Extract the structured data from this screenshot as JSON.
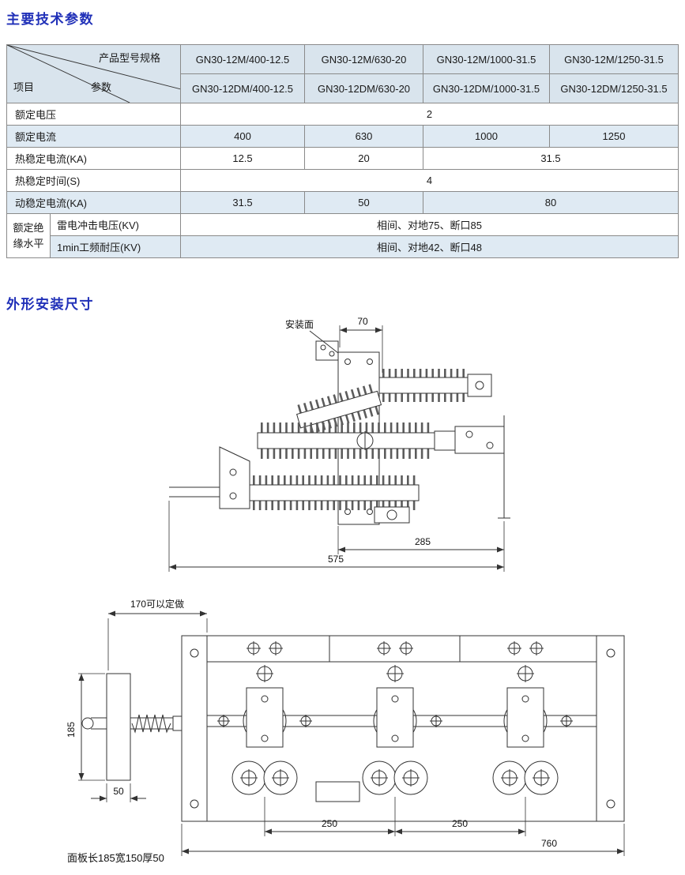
{
  "titles": {
    "section1": "主要技术参数",
    "section2": "外形安装尺寸"
  },
  "spec_table": {
    "corner": {
      "product_model": "产品型号规格",
      "item": "项目",
      "param": "参数"
    },
    "models_m": [
      "GN30-12M/400-12.5",
      "GN30-12M/630-20",
      "GN30-12M/1000-31.5",
      "GN30-12M/1250-31.5"
    ],
    "models_dm": [
      "GN30-12DM/400-12.5",
      "GN30-12DM/630-20",
      "GN30-12DM/1000-31.5",
      "GN30-12DM/1250-31.5"
    ],
    "rated_voltage": {
      "label": "额定电压",
      "value": "2"
    },
    "rated_current": {
      "label": "额定电流",
      "values": [
        "400",
        "630",
        "1000",
        "1250"
      ]
    },
    "thermal_current": {
      "label": "热稳定电流(KA)",
      "values": [
        "12.5",
        "20",
        "31.5"
      ]
    },
    "thermal_time": {
      "label": "热稳定时间(S)",
      "value": "4"
    },
    "dynamic_current": {
      "label": "动稳定电流(KA)",
      "values": [
        "31.5",
        "50",
        "80"
      ]
    },
    "insulation": {
      "group_label": "额定绝缘水平",
      "impulse": {
        "label": "雷电冲击电压(KV)",
        "value": "相间、对地75、断口85"
      },
      "power_freq": {
        "label": "1min工频耐压(KV)",
        "value": "相间、对地42、断口48"
      }
    }
  },
  "side_drawing": {
    "mounting_face_label": "安装面",
    "dim_width_top": "70",
    "dim_depth": "285",
    "dim_total_depth": "575"
  },
  "front_drawing": {
    "dim_custom": "170可以定做",
    "dim_height": "185",
    "dim_thickness": "50",
    "dim_pole_spacing_1": "250",
    "dim_pole_spacing_2": "250",
    "dim_total_width": "760",
    "note": "面板长185宽150厚50"
  }
}
